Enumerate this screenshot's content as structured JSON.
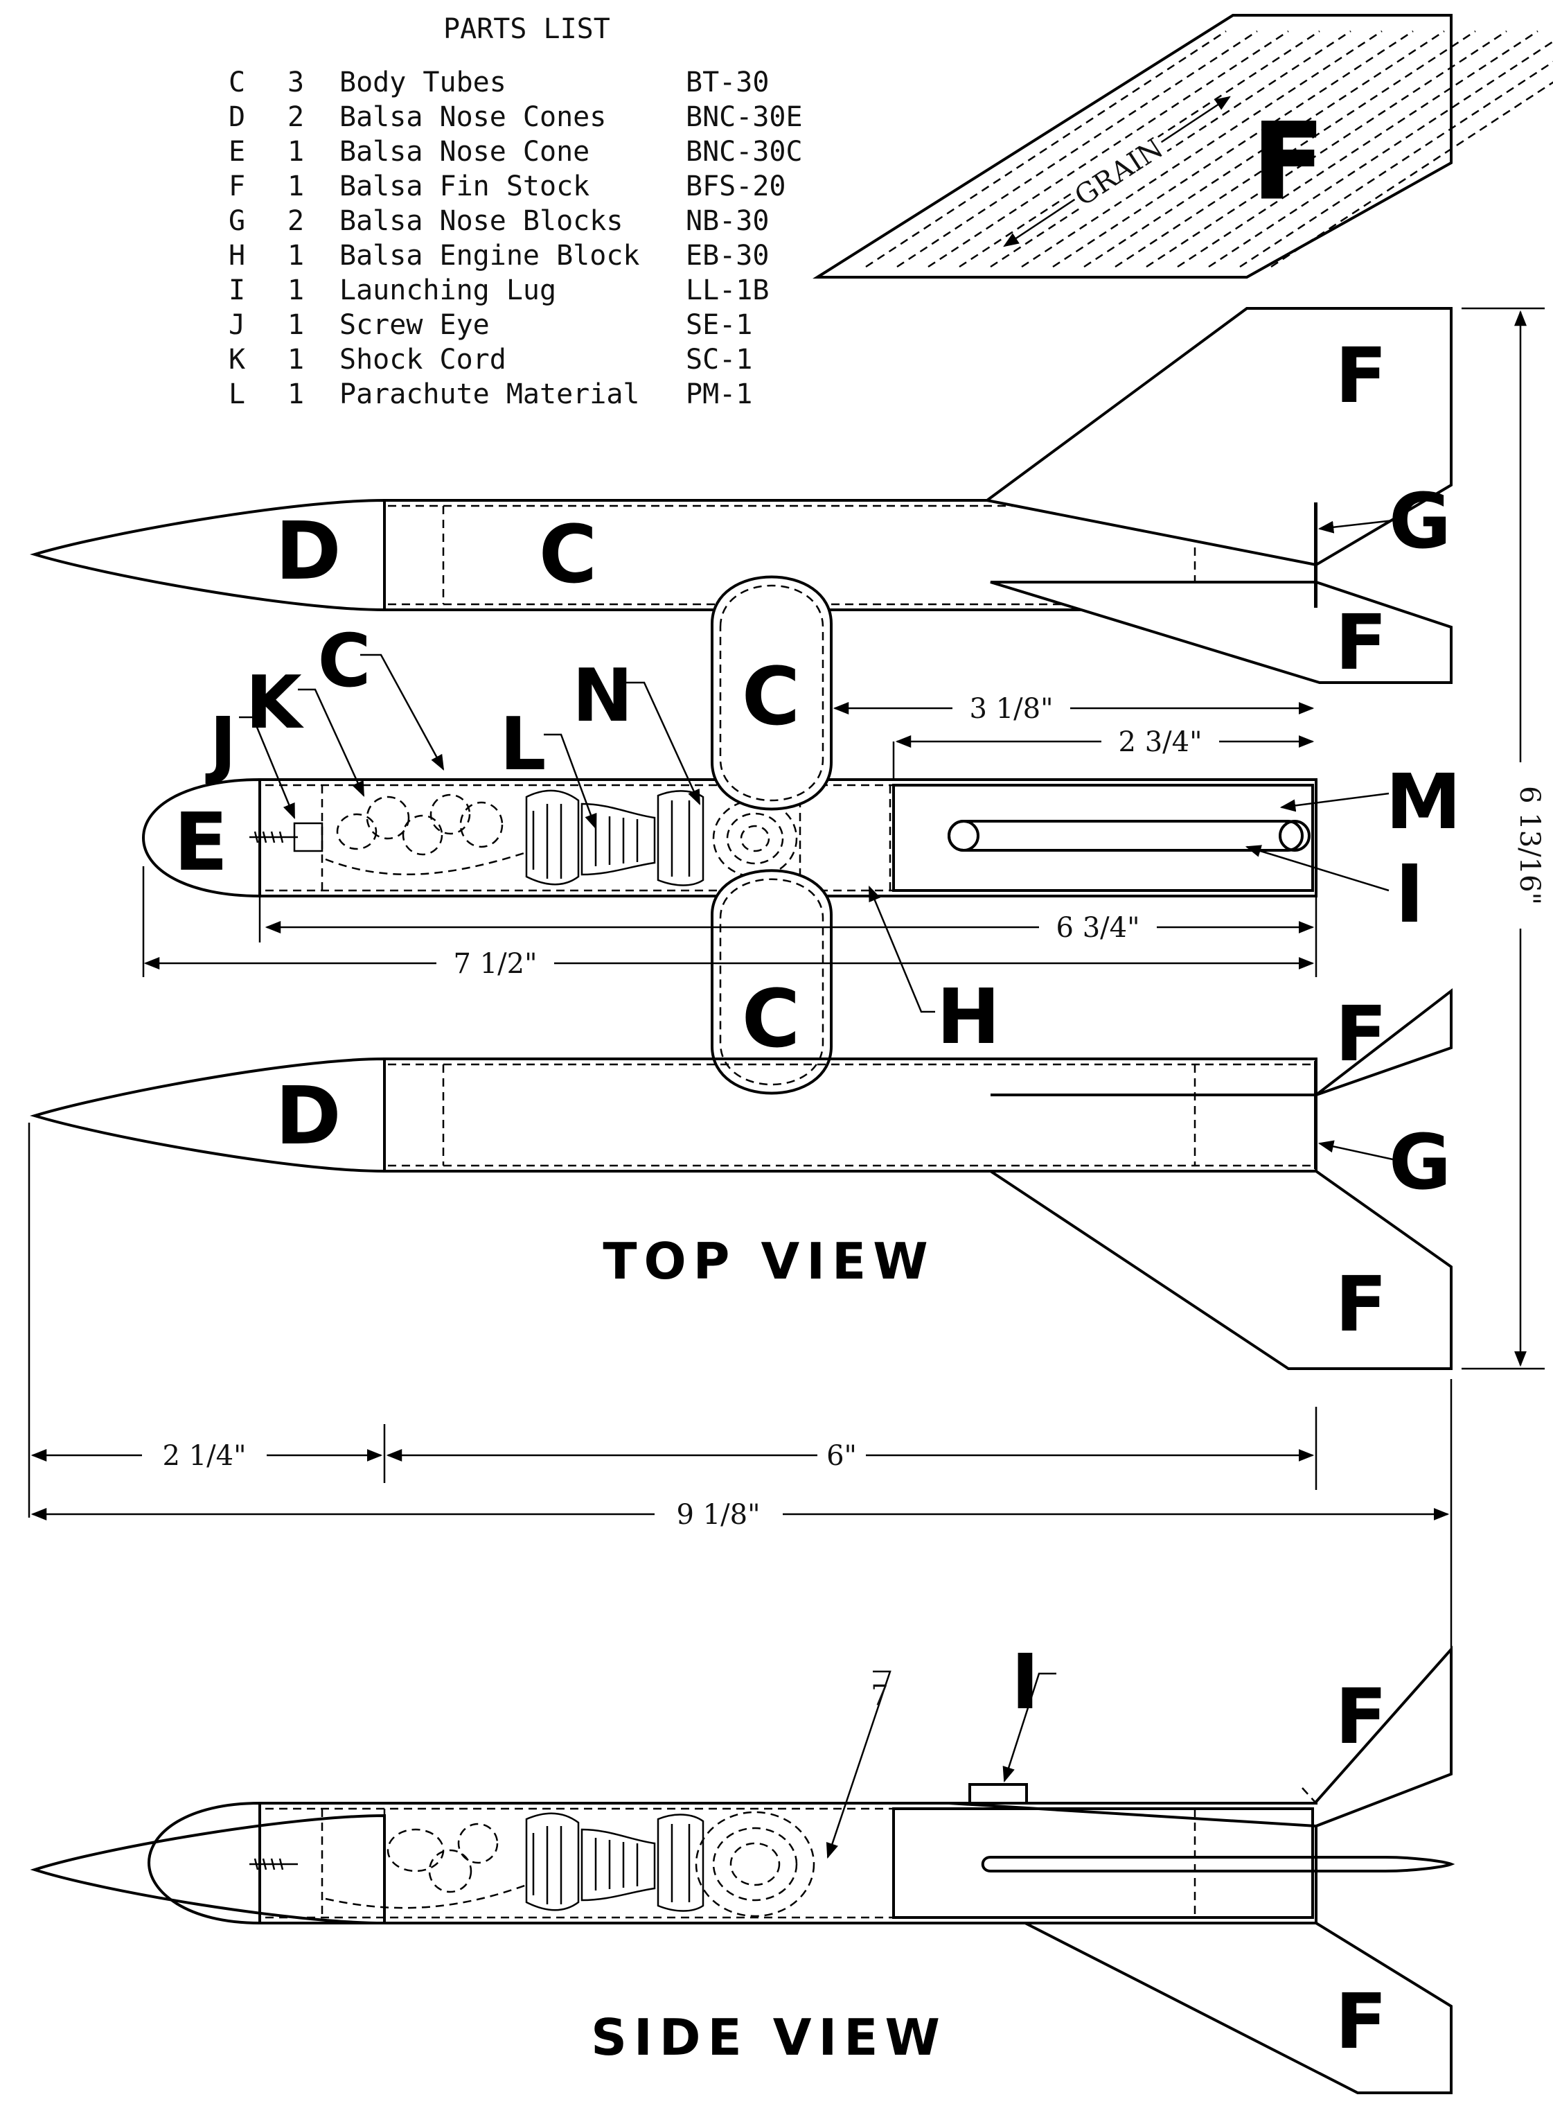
{
  "parts_list": {
    "title": "PARTS LIST",
    "items": [
      {
        "key": "C",
        "qty": "3",
        "name": "Body Tubes",
        "code": "BT-30"
      },
      {
        "key": "D",
        "qty": "2",
        "name": "Balsa Nose Cones",
        "code": "BNC-30E"
      },
      {
        "key": "E",
        "qty": "1",
        "name": "Balsa Nose Cone",
        "code": "BNC-30C"
      },
      {
        "key": "F",
        "qty": "1",
        "name": "Balsa Fin Stock",
        "code": "BFS-20"
      },
      {
        "key": "G",
        "qty": "2",
        "name": "Balsa Nose Blocks",
        "code": "NB-30"
      },
      {
        "key": "H",
        "qty": "1",
        "name": "Balsa Engine Block",
        "code": "EB-30"
      },
      {
        "key": "I",
        "qty": "1",
        "name": "Launching Lug",
        "code": "LL-1B"
      },
      {
        "key": "J",
        "qty": "1",
        "name": "Screw Eye",
        "code": "SE-1"
      },
      {
        "key": "K",
        "qty": "1",
        "name": "Shock Cord",
        "code": "SC-1"
      },
      {
        "key": "L",
        "qty": "1",
        "name": "Parachute Material",
        "code": "PM-1"
      }
    ]
  },
  "fin_stock": {
    "grain": "GRAIN",
    "letter": "F"
  },
  "labels": {
    "c": "C",
    "d": "D",
    "e": "E",
    "f": "F",
    "g": "G",
    "h": "H",
    "i": "I",
    "j": "J",
    "k": "K",
    "l": "L",
    "m": "M",
    "n": "N",
    "seven": "7"
  },
  "dimensions": {
    "d_3_1_8": "3 1/8\"",
    "d_2_3_4": "2 3/4\"",
    "d_6_3_4": "6 3/4\"",
    "d_7_1_2": "7 1/2\"",
    "d_6_13_16": "6 13/16\"",
    "d_2_1_4": "2 1/4\"",
    "d_6": "6\"",
    "d_9_1_8": "9 1/8\""
  },
  "views": {
    "top": "TOP VIEW",
    "side": "SIDE VIEW"
  }
}
